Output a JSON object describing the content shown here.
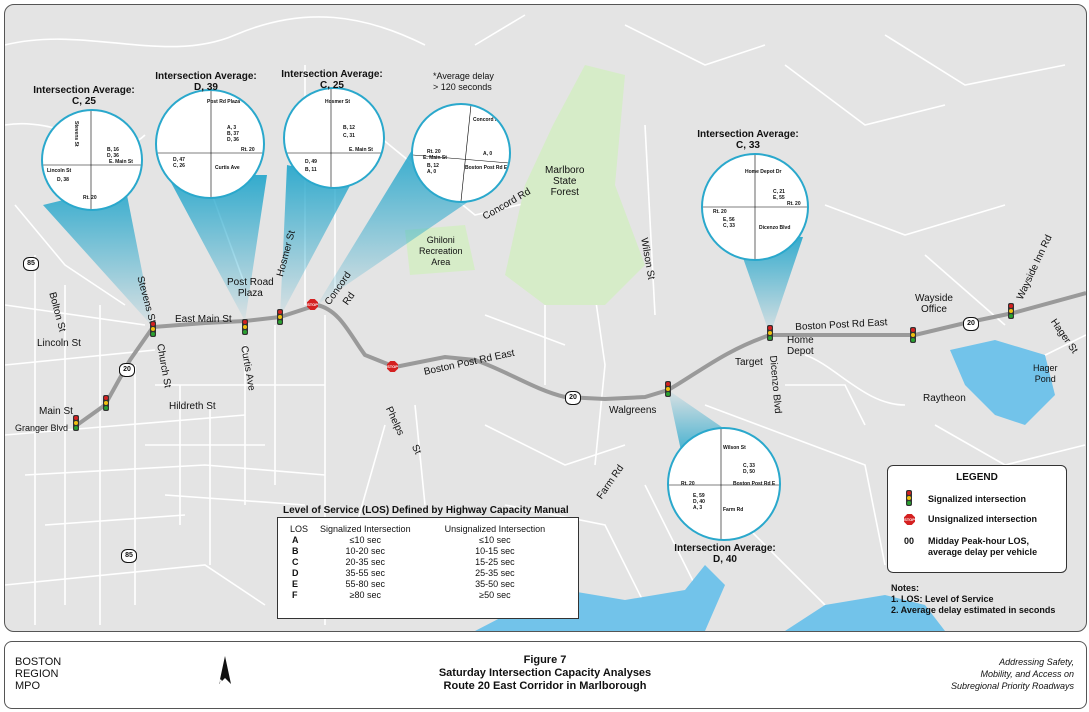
{
  "map": {
    "street_labels": {
      "bolton": "Bolton St",
      "lincoln": "Lincoln St",
      "stevens": "Stevens St",
      "church": "Church St",
      "east_main": "East Main St",
      "curtis": "Curtis Ave",
      "hildreth": "Hildreth  St",
      "main": "Main St",
      "granger": "Granger Blvd",
      "hosmer": "Hosmer St",
      "concord_rd_1": "Concord",
      "concord_rd_2": "Rd",
      "concord_rd_upper": "Concord Rd",
      "boston_post_west": "Boston Post Rd East",
      "phelps_1": "Phelps",
      "phelps_2": "St",
      "farm": "Farm Rd",
      "wilson": "Wilson St",
      "boston_post_east": "Boston Post Rd East",
      "dicenzo": "Dicenzo Blvd",
      "wayside_inn": "Wayside Inn Rd",
      "hager_st": "Hager St"
    },
    "place_labels": {
      "post_road_plaza": "Post Road\nPlaza",
      "ghiloni": "Ghiloni\nRecreation\nArea",
      "marlboro_forest": "Marlboro\nState\nForest",
      "walgreens": "Walgreens",
      "target": "Target",
      "home_depot": "Home\nDepot",
      "wayside_office": "Wayside\nOffice",
      "raytheon": "Raytheon",
      "hager_pond": "Hager\nPond"
    },
    "route_shields": [
      "85",
      "20",
      "20",
      "20",
      "85"
    ],
    "intersection_averages": [
      {
        "title": "Intersection Average:",
        "value": "C, 25"
      },
      {
        "title": "Intersection Average:",
        "value": "D, 39"
      },
      {
        "title": "Intersection Average:",
        "value": "C, 25"
      },
      {
        "title": "Intersection Average:",
        "value": "C, 33"
      },
      {
        "title": "Intersection Average:",
        "value": "D, 40"
      }
    ],
    "average_delay_note": "*Average delay\n> 120 seconds",
    "circle_labels": {
      "c1": [
        "Stevens St",
        "Lincoln St",
        "E. Main St",
        "B, 16",
        "D, 36",
        "D, 38",
        "Rt. 20"
      ],
      "c2": [
        "Post Rd Plaza",
        "Curtis Ave",
        "Rt. 20",
        "A, 3",
        "B, 37",
        "D, 36",
        "D, 47",
        "C, 26"
      ],
      "c3": [
        "Hosmer St",
        "E. Main St",
        "B, 12",
        "C, 31",
        "D, 49",
        "B, 11"
      ],
      "c4": [
        "Concord Rd",
        "E. Main St",
        "Boston Post Rd E",
        "A, 0",
        "B, 12",
        "A, 0",
        "Rt. 20"
      ],
      "c5": [
        "Home Depot Dr",
        "Dicenzo Blvd",
        "Rt. 20",
        "Rt. 20",
        "C, 21",
        "E, 55",
        "E, 56",
        "C, 33"
      ],
      "c6": [
        "Wilson St",
        "Farm Rd",
        "Boston Post Rd E",
        "Rt. 20",
        "C, 33",
        "D, 50",
        "E, 59",
        "D, 40",
        "A, 3"
      ]
    }
  },
  "los_table": {
    "title": "Level of Service (LOS) Defined by Highway Capacity Manual",
    "headers": [
      "LOS",
      "Signalized Intersection",
      "Unsignalized Intersection"
    ],
    "rows": [
      [
        "A",
        "≤10 sec",
        "≤10 sec"
      ],
      [
        "B",
        "10-20 sec",
        "10-15 sec"
      ],
      [
        "C",
        "20-35 sec",
        "15-25 sec"
      ],
      [
        "D",
        "35-55 sec",
        "25-35 sec"
      ],
      [
        "E",
        "55-80 sec",
        "35-50 sec"
      ],
      [
        "F",
        "≥80 sec",
        "≥50 sec"
      ]
    ]
  },
  "legend": {
    "title": "LEGEND",
    "signalized": "Signalized intersection",
    "unsignalized": "Unsignalized intersection",
    "symbol_00": "00",
    "midday": "Midday Peak-hour LOS,\naverage delay per vehicle"
  },
  "notes": {
    "title": "Notes:",
    "items": [
      "1. LOS: Level of Service",
      "2. Average delay estimated in seconds"
    ]
  },
  "footer": {
    "org": "BOSTON\nREGION\nMPO",
    "north": "N",
    "figure_number": "Figure 7",
    "figure_title_1": "Saturday Intersection Capacity Analyses",
    "figure_title_2": "Route 20 East Corridor in Marlborough",
    "tagline": "Addressing Safety,\nMobility, and Access on\nSubregional Priority Roadways"
  },
  "colors": {
    "route": "#9a9a9a",
    "water": "#72c3ea",
    "park": "#d6ecc8",
    "callout": "#2aa8cc",
    "background": "#e4e4e4"
  }
}
